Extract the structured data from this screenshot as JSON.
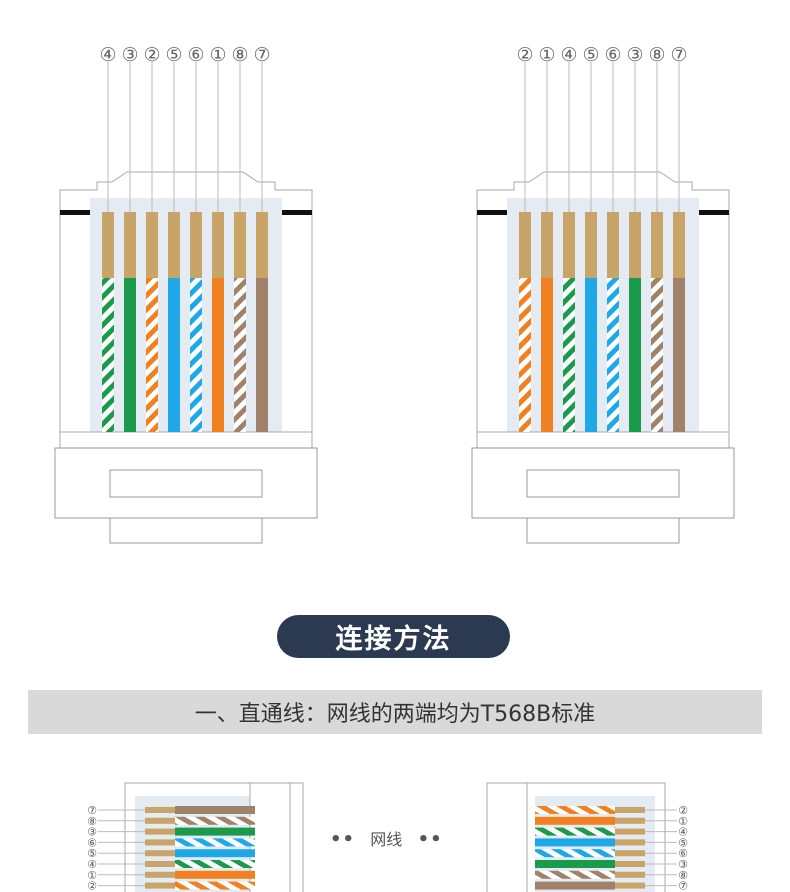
{
  "connectors": [
    {
      "labels": [
        "④",
        "③",
        "②",
        "⑤",
        "⑥",
        "①",
        "⑧",
        "⑦"
      ],
      "wires": [
        {
          "color": "#1a9a4a",
          "striped": true
        },
        {
          "color": "#1a9a4a",
          "striped": false
        },
        {
          "color": "#f08020",
          "striped": true
        },
        {
          "color": "#1ea8e8",
          "striped": false
        },
        {
          "color": "#1ea8e8",
          "striped": true
        },
        {
          "color": "#f08020",
          "striped": false
        },
        {
          "color": "#a0826a",
          "striped": true
        },
        {
          "color": "#a0826a",
          "striped": false
        }
      ]
    },
    {
      "labels": [
        "②",
        "①",
        "④",
        "⑤",
        "⑥",
        "③",
        "⑧",
        "⑦"
      ],
      "wires": [
        {
          "color": "#f08020",
          "striped": true
        },
        {
          "color": "#f08020",
          "striped": false
        },
        {
          "color": "#1a9a4a",
          "striped": true
        },
        {
          "color": "#1ea8e8",
          "striped": false
        },
        {
          "color": "#1ea8e8",
          "striped": true
        },
        {
          "color": "#1a9a4a",
          "striped": false
        },
        {
          "color": "#a0826a",
          "striped": true
        },
        {
          "color": "#a0826a",
          "striped": false
        }
      ]
    }
  ],
  "section_button": "连接方法",
  "section_heading": "一、直通线：网线的两端均为T568B标准",
  "cable_label": "网线",
  "dots": "••",
  "bottom_left_labels": [
    "⑦",
    "⑧",
    "③",
    "⑥",
    "⑤",
    "④",
    "①",
    "②"
  ],
  "bottom_right_labels": [
    "②",
    "①",
    "④",
    "⑤",
    "⑥",
    "③",
    "⑧",
    "⑦"
  ],
  "colors": {
    "contact": "#c8a468",
    "button": "#2b3a50",
    "bar": "#d9d9d9"
  }
}
